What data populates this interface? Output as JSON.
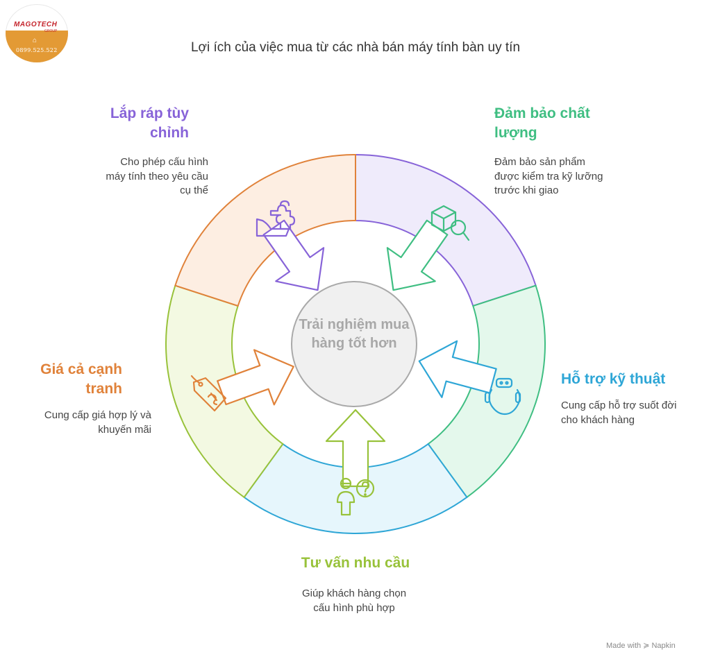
{
  "title": "Lợi ích của việc mua từ các nhà bán máy tính bàn uy tín",
  "logo": {
    "brand": "MAGOTECH",
    "sub": "GROUP",
    "phone": "0899.525.522"
  },
  "center": {
    "label": "Trải nghiệm mua hàng tốt hơn"
  },
  "segments": [
    {
      "id": "custom",
      "heading": "Lắp ráp tùy chỉnh",
      "description": "Cho phép cấu hình máy tính theo yêu cầu cụ thể",
      "color": "#8763d8",
      "fill": "#efebfb",
      "icon": "puzzle-hand-icon"
    },
    {
      "id": "quality",
      "heading": "Đảm bảo chất lượng",
      "description": "Đảm bảo sản phẩm được kiểm tra kỹ lưỡng trước khi giao",
      "color": "#3fbe82",
      "fill": "#e4f8ec",
      "icon": "box-search-icon"
    },
    {
      "id": "support",
      "heading": "Hỗ trợ kỹ thuật",
      "description": "Cung cấp hỗ trợ suốt đời cho khách hàng",
      "color": "#2ea6d6",
      "fill": "#e6f6fc",
      "icon": "support-robot-icon"
    },
    {
      "id": "consult",
      "heading": "Tư vấn nhu cầu",
      "description": "Giúp khách hàng chọn cấu hình phù hợp",
      "color": "#98c23a",
      "fill": "#f3f9e2",
      "icon": "person-question-icon"
    },
    {
      "id": "price",
      "heading": "Giá cả cạnh tranh",
      "description": "Cung cấp giá hợp lý và khuyến mãi",
      "color": "#e0823a",
      "fill": "#fdeee2",
      "icon": "price-tag-icon"
    }
  ],
  "footer": {
    "made_with": "Made with",
    "brand": "Napkin"
  }
}
